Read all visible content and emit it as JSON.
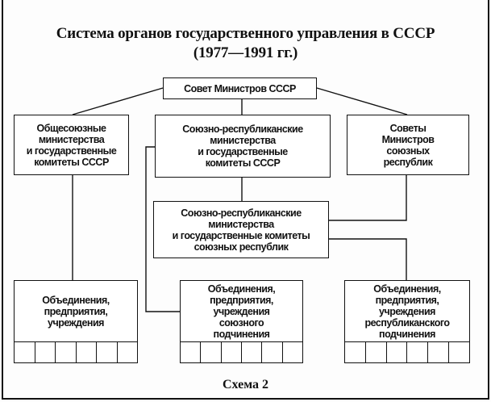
{
  "title": {
    "line1": "Система органов государственного управления в СССР",
    "line2": "(1977—1991 гг.)"
  },
  "nodes": {
    "council": "Совет Министров СССР",
    "all_union": "Общесоюзные\nминистерства\nи государственные\nкомитеты СССР",
    "union_republic_ussr": "Союзно-республиканские\nминистерства\nи государственные\nкомитеты СССР",
    "republic_councils": "Советы\nМинистров\nсоюзных\nреспублик",
    "union_republic_republics": "Союзно-республиканские\nминистерства\nи государственные комитеты\nсоюзных республик",
    "enterprises_all_union": "Объединения,\nпредприятия,\nучреждения",
    "enterprises_union": "Объединения,\nпредприятия,\nучреждения\nсоюзного\nподчинения",
    "enterprises_republic": "Объединения,\nпредприятия,\nучреждения\nреспубликанского\nподчинения"
  },
  "caption": "Схема 2"
}
